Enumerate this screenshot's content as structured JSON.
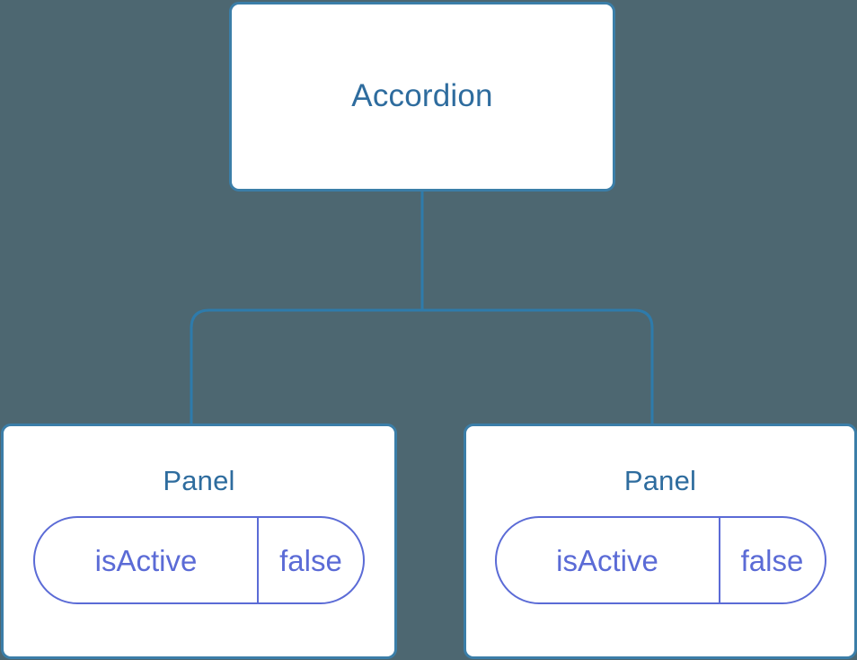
{
  "diagram": {
    "type": "component-tree",
    "background_color": "#4d6771",
    "node_border_color": "#3b7ea8",
    "node_fill_color": "#ffffff",
    "title_color": "#2e6c9e",
    "chip_color": "#5b6bd6",
    "edge_color": "#2e7bab",
    "root": {
      "label": "Accordion"
    },
    "children": [
      {
        "label": "Panel",
        "state": {
          "key": "isActive",
          "value": "false"
        }
      },
      {
        "label": "Panel",
        "state": {
          "key": "isActive",
          "value": "false"
        }
      }
    ]
  }
}
